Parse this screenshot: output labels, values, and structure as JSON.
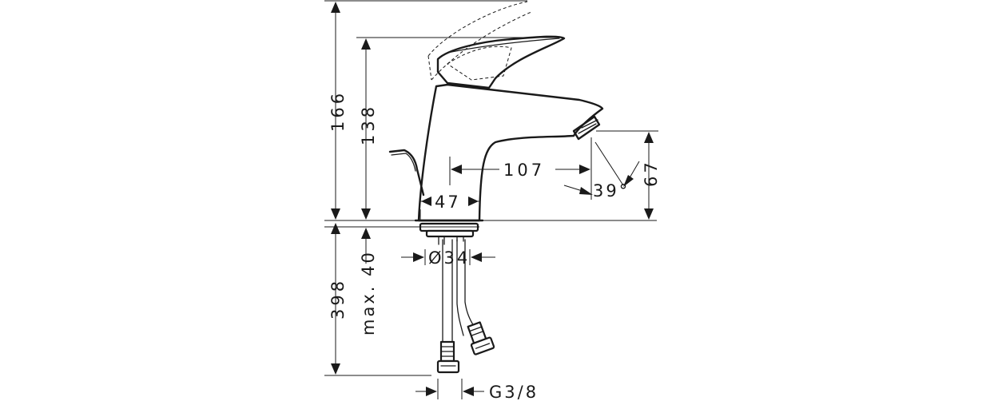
{
  "dimensions": {
    "total_height": "166",
    "spout_height": "138",
    "spout_reach": "107",
    "outlet_height": "67",
    "base_diameter": "47",
    "spray_angle": "39°",
    "bore_diameter": "Ø34",
    "hose_length": "398",
    "max_counter_thickness": "max. 40",
    "connection_thread": "G3/8"
  }
}
